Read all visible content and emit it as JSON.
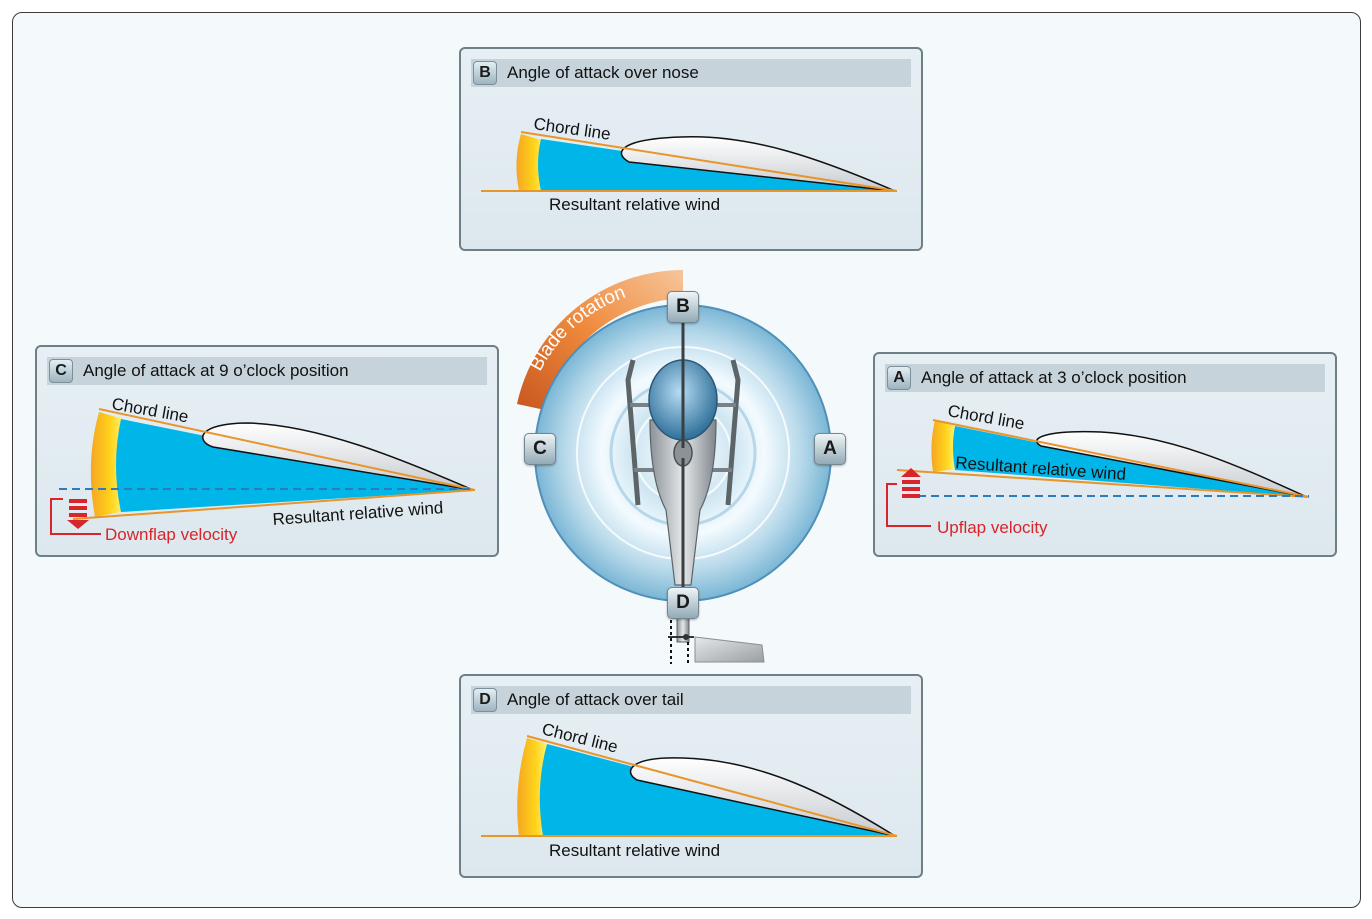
{
  "panels": {
    "b": {
      "badge": "B",
      "title": "Angle of attack over nose",
      "chord_label": "Chord line",
      "wind_label": "Resultant relative wind"
    },
    "c": {
      "badge": "C",
      "title": "Angle of attack at 9 o’clock position",
      "chord_label": "Chord line",
      "wind_label": "Resultant relative wind",
      "flap_label": "Downflap velocity"
    },
    "a": {
      "badge": "A",
      "title": "Angle of attack at 3 o’clock position",
      "chord_label": "Chord line",
      "wind_label": "Resultant relative wind",
      "flap_label": "Upflap velocity"
    },
    "d": {
      "badge": "D",
      "title": "Angle of attack over tail",
      "chord_label": "Chord line",
      "wind_label": "Resultant relative wind"
    }
  },
  "rotor": {
    "rotation_label": "Blade rotation",
    "positions": {
      "b": "B",
      "c": "C",
      "a": "A",
      "d": "D"
    }
  },
  "colors": {
    "angle_fill": "#00b5e8",
    "chord_line": "#e8952a",
    "flap_text": "#d7252b",
    "arc": "#e07a2e",
    "panel_border": "#6e7f86"
  }
}
